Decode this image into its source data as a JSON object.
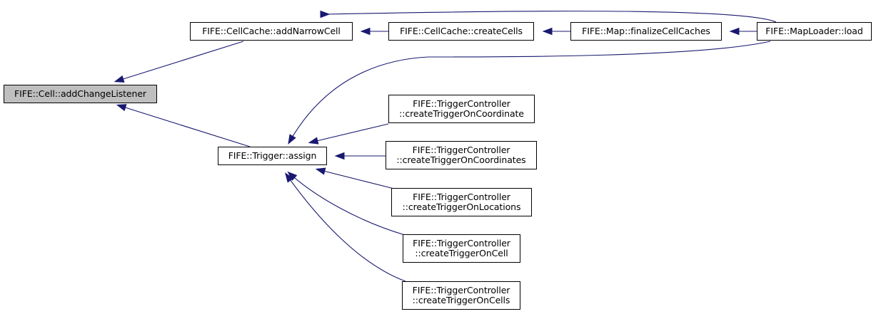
{
  "diagram": {
    "type": "call-graph",
    "colors": {
      "edge": "#191970",
      "node_border": "#000000",
      "focus_fill": "#bfbfbf",
      "node_fill": "#ffffff"
    },
    "nodes": [
      {
        "id": "addChangeListener",
        "name": "node-cell-addchangelistener",
        "lines": [
          "FIFE::Cell::addChangeListener"
        ],
        "focus": true
      },
      {
        "id": "addNarrowCell",
        "name": "node-cellcache-addnarrowcell",
        "lines": [
          "FIFE::CellCache::addNarrowCell"
        ]
      },
      {
        "id": "createCells",
        "name": "node-cellcache-createcells",
        "lines": [
          "FIFE::CellCache::createCells"
        ]
      },
      {
        "id": "finalizeCellCaches",
        "name": "node-map-finalizecellcaches",
        "lines": [
          "FIFE::Map::finalizeCellCaches"
        ]
      },
      {
        "id": "load",
        "name": "node-maploader-load",
        "lines": [
          "FIFE::MapLoader::load"
        ]
      },
      {
        "id": "assign",
        "name": "node-trigger-assign",
        "lines": [
          "FIFE::Trigger::assign"
        ]
      },
      {
        "id": "onCoordinate",
        "name": "node-triggercontroller-createtriggeroncoordinate",
        "lines": [
          "FIFE::TriggerController",
          "::createTriggerOnCoordinate"
        ]
      },
      {
        "id": "onCoordinates",
        "name": "node-triggercontroller-createtriggeroncoordinates",
        "lines": [
          "FIFE::TriggerController",
          "::createTriggerOnCoordinates"
        ]
      },
      {
        "id": "onLocations",
        "name": "node-triggercontroller-createtriggeronlocations",
        "lines": [
          "FIFE::TriggerController",
          "::createTriggerOnLocations"
        ]
      },
      {
        "id": "onCell",
        "name": "node-triggercontroller-createtriggeroncell",
        "lines": [
          "FIFE::TriggerController",
          "::createTriggerOnCell"
        ]
      },
      {
        "id": "onCells",
        "name": "node-triggercontroller-createtriggeroncells",
        "lines": [
          "FIFE::TriggerController",
          "::createTriggerOnCells"
        ]
      }
    ],
    "edges": [
      {
        "from": "addNarrowCell",
        "to": "addChangeListener"
      },
      {
        "from": "assign",
        "to": "addChangeListener"
      },
      {
        "from": "createCells",
        "to": "addNarrowCell"
      },
      {
        "from": "load",
        "to": "addNarrowCell"
      },
      {
        "from": "finalizeCellCaches",
        "to": "createCells"
      },
      {
        "from": "load",
        "to": "finalizeCellCaches"
      },
      {
        "from": "load",
        "to": "assign"
      },
      {
        "from": "onCoordinate",
        "to": "assign"
      },
      {
        "from": "onCoordinates",
        "to": "assign"
      },
      {
        "from": "onLocations",
        "to": "assign"
      },
      {
        "from": "onCell",
        "to": "assign"
      },
      {
        "from": "onCells",
        "to": "assign"
      }
    ]
  }
}
